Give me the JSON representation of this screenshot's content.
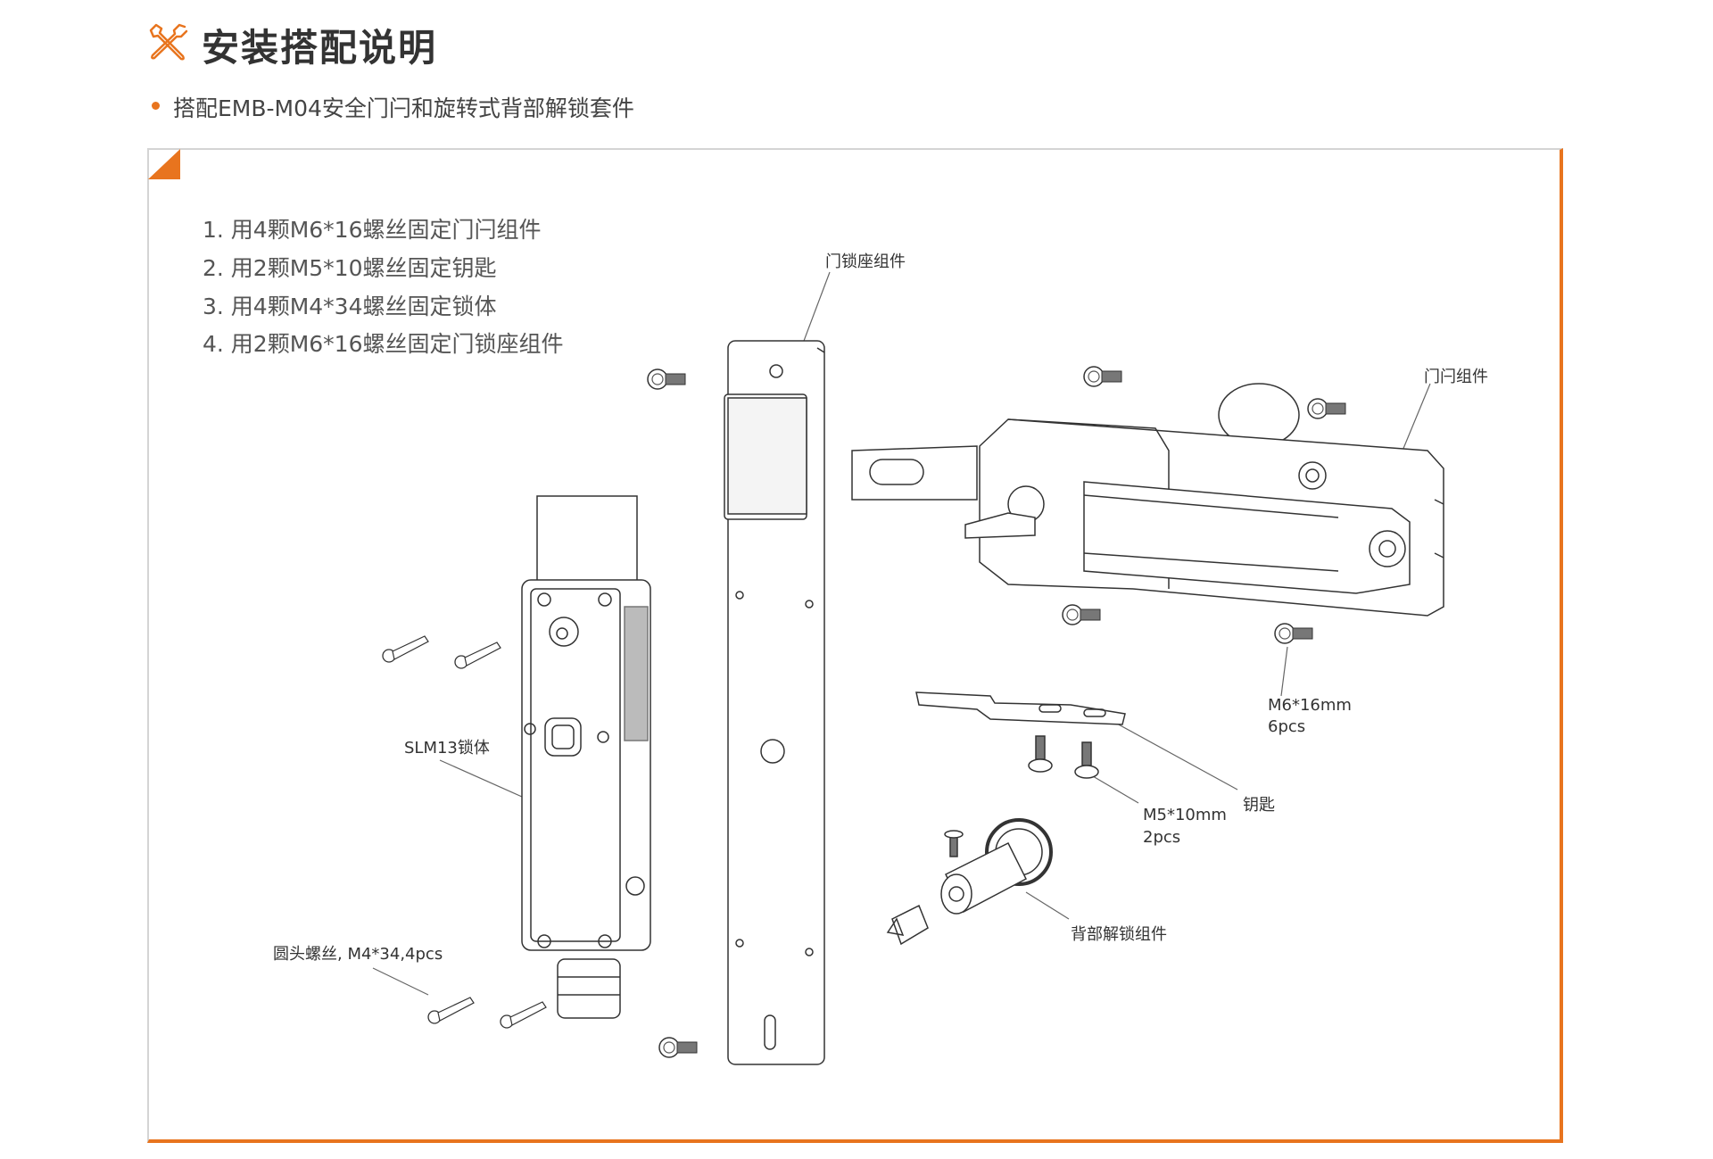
{
  "header": {
    "title": "安装搭配说明",
    "icon": "tools-icon",
    "subtitle": "搭配EMB-M04安全门闩和旋转式背部解锁套件",
    "accent_color": "#e8741e"
  },
  "steps": [
    "1. 用4颗M6*16螺丝固定门闩组件",
    "2. 用2颗M5*10螺丝固定钥匙",
    "3. 用4颗M4*34螺丝固定锁体",
    "4. 用2颗M6*16螺丝固定门锁座组件"
  ],
  "labels": {
    "door_lock_seat": "门锁座组件",
    "door_bolt": "门闩组件",
    "m6_screw_spec": "M6*16mm",
    "m6_screw_qty": "6pcs",
    "key": "钥匙",
    "m5_screw_spec": "M5*10mm",
    "m5_screw_qty": "2pcs",
    "rear_release": "背部解锁组件",
    "lock_body": "SLM13锁体",
    "round_screw": "圆头螺丝, M4*34,4pcs"
  }
}
